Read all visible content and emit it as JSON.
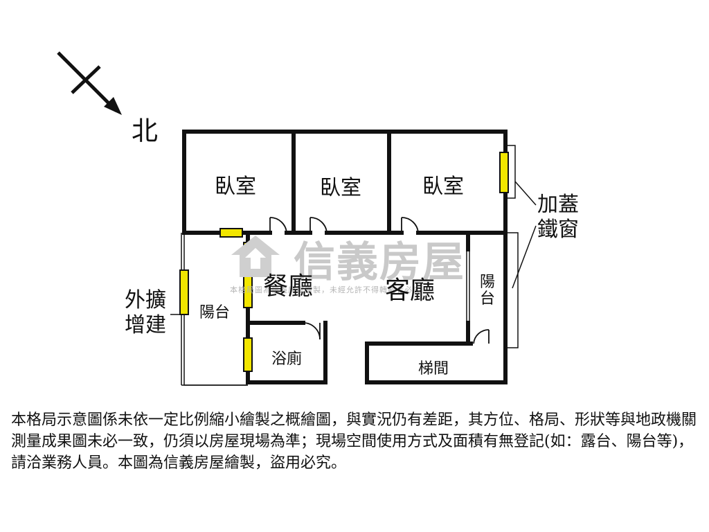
{
  "compass": {
    "north_label": "北"
  },
  "rooms": {
    "bedroom_1": "臥室",
    "bedroom_2": "臥室",
    "bedroom_3": "臥室",
    "dining_room": "餐廳",
    "living_room": "客廳",
    "balcony_west": "陽台",
    "balcony_east": "陽台",
    "bathroom": "浴廁",
    "stairwell": "梯間"
  },
  "annotations": {
    "iron_window_line1": "加蓋",
    "iron_window_line2": "鐵窗",
    "extension_line1": "外擴",
    "extension_line2": "增建"
  },
  "watermark": {
    "brand": "信義房屋",
    "note": "本格局圖為信義房屋繪製，未經允許不得轉載者必究"
  },
  "disclaimer": "本格局示意圖係未依一定比例縮小繪製之概繪圖，與實況仍有差距，其方位、格局、形狀等與地政機關測量成果圖未必一致，仍須以房屋現場為準；現場空間使用方式及面積有無登記(如：露台、陽台等)，請洽業務人員。本圖為信義房屋繪製，盜用必究。",
  "colors": {
    "wall": "#111111",
    "window_fill": "#f2e600",
    "watermark": "#c9c9c9"
  }
}
